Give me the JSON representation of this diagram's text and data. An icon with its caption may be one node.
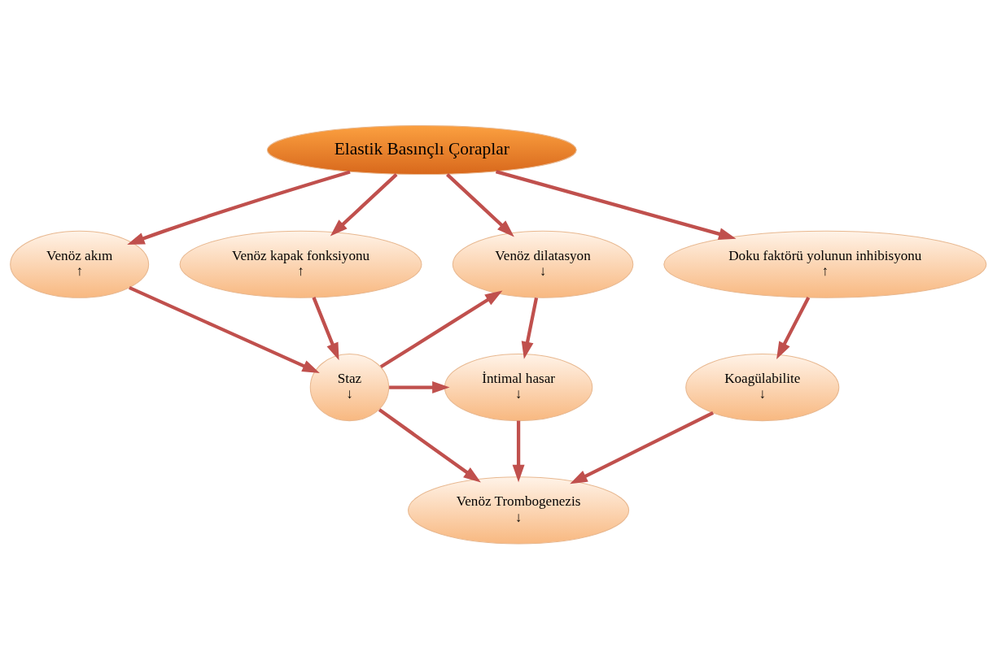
{
  "diagram": {
    "nodes": [
      {
        "text": [
          "Elastik Basınçlı Çoraplar"
        ]
      },
      {
        "text": [
          "Venöz dilatasyon",
          "↓"
        ]
      },
      {
        "text": [
          "Venöz akım",
          "↑"
        ]
      },
      {
        "text": [
          "Venöz kapak fonksiyonu",
          "↑"
        ]
      },
      {
        "text": [
          "Doku faktörü yolunun inhibisyonu",
          "↑"
        ]
      },
      {
        "text": [
          "İntimal hasar",
          "↓"
        ]
      },
      {
        "text": [
          "Staz",
          "↓"
        ]
      },
      {
        "text": [
          "Koagülabilite",
          "↓"
        ]
      },
      {
        "text": [
          "Venöz Trombogenezis",
          "↓"
        ]
      }
    ],
    "edges": [
      {
        "from": 0,
        "to": 1,
        "arrow": "to"
      },
      {
        "from": 0,
        "to": 2,
        "arrow": "to"
      },
      {
        "from": 0,
        "to": 3,
        "arrow": "to"
      },
      {
        "from": 0,
        "to": 4,
        "arrow": "to"
      },
      {
        "from": 1,
        "to": 5,
        "arrow": "to"
      },
      {
        "from": 2,
        "to": 6,
        "arrow": "to"
      },
      {
        "from": 3,
        "to": 6,
        "arrow": "to"
      },
      {
        "from": 6,
        "to": 1,
        "arrow": "to"
      },
      {
        "from": 6,
        "to": 5,
        "arrow": "to"
      },
      {
        "from": 4,
        "to": 7,
        "arrow": "to"
      },
      {
        "from": 5,
        "to": 8,
        "arrow": "to"
      },
      {
        "from": 6,
        "to": 8,
        "arrow": "to"
      },
      {
        "from": 7,
        "to": 8,
        "arrow": "to"
      }
    ]
  }
}
